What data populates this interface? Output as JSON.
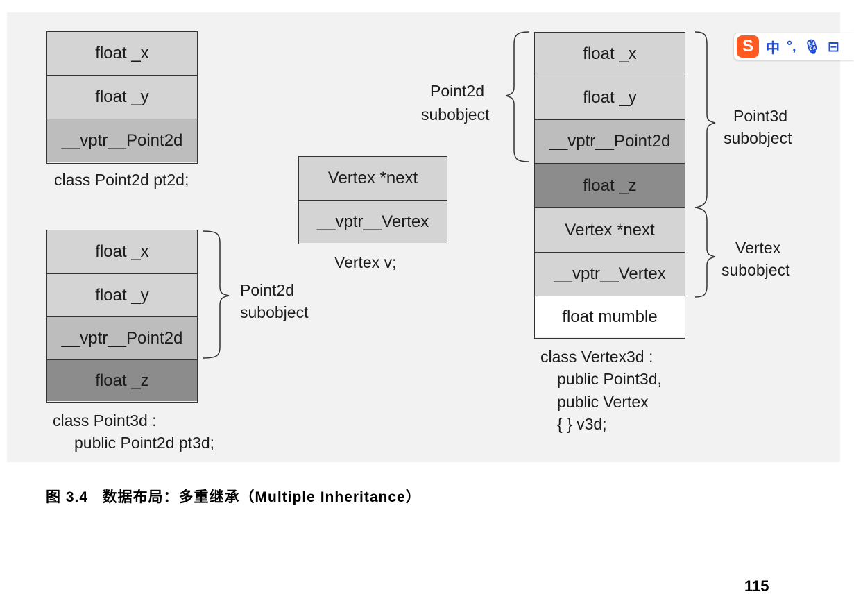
{
  "pt2d": {
    "cells": [
      "float _x",
      "float _y",
      "__vptr__Point2d"
    ],
    "label": "class Point2d pt2d;"
  },
  "pt3d": {
    "cells": [
      "float _x",
      "float _y",
      "__vptr__Point2d",
      "float _z"
    ],
    "label_line1": "class Point3d :",
    "label_line2": "public Point2d pt3d;",
    "brace_label_line1": "Point2d",
    "brace_label_line2": "subobject"
  },
  "vertex": {
    "cells": [
      "Vertex *next",
      "__vptr__Vertex"
    ],
    "label": "Vertex v;"
  },
  "v3d": {
    "cells": [
      "float _x",
      "float _y",
      "__vptr__Point2d",
      "float _z",
      "Vertex *next",
      "__vptr__Vertex",
      "float mumble"
    ],
    "label_line1": "class Vertex3d :",
    "label_line2": "public Point3d,",
    "label_line3": "public Vertex",
    "label_line4": "{ } v3d;",
    "point2d_label_line1": "Point2d",
    "point2d_label_line2": "subobject",
    "point3d_label_line1": "Point3d",
    "point3d_label_line2": "subobject",
    "vertex_label_line1": "Vertex",
    "vertex_label_line2": "subobject"
  },
  "caption": "图 3.4   数据布局：多重继承（Multiple Inheritance）",
  "page_number": "115",
  "ime_toolbar": {
    "logo": "S",
    "items": [
      "中",
      "°,",
      "🎙",
      "⊟"
    ]
  }
}
